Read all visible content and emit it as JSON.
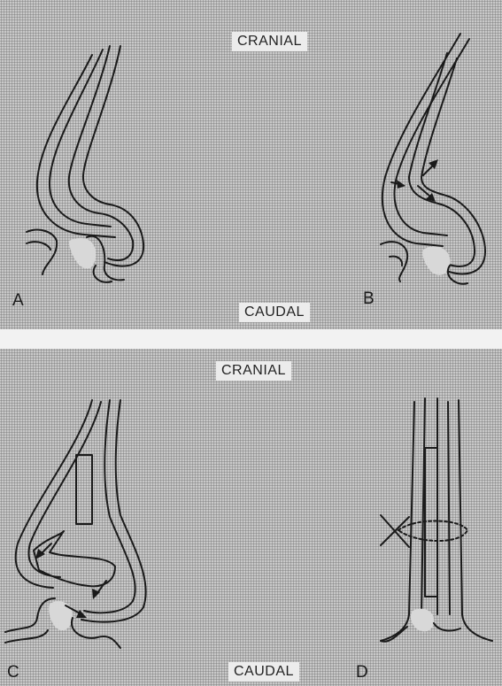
{
  "top_panel": {
    "cranial_label": "CRANIAL",
    "caudal_label": "CAUDAL",
    "panel_a_letter": "A",
    "panel_b_letter": "B"
  },
  "bottom_panel": {
    "cranial_label": "CRANIAL",
    "caudal_label": "CAUDAL",
    "panel_c_letter": "C",
    "panel_d_letter": "D"
  }
}
